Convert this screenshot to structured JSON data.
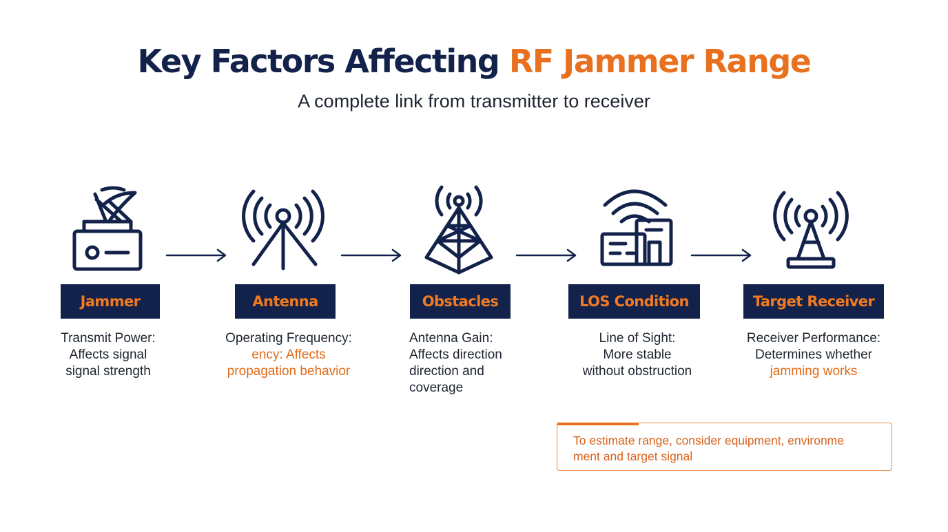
{
  "header": {
    "title_main": "Key Factors Affecting",
    "title_accent": "RF Jammer Range",
    "subtitle": "A complete link from transmitter to receiver"
  },
  "steps": [
    {
      "label": "Jammer",
      "icon": "jammer-device-icon",
      "lines": [
        "Transmit Power:",
        "Affects signal",
        "signal strength"
      ]
    },
    {
      "label": "Antenna",
      "icon": "antenna-tower-icon",
      "lines": [
        "Operating Frequency:",
        "ency: Affects",
        "propagation behavior"
      ]
    },
    {
      "label": "Obstacles",
      "icon": "lattice-tower-icon",
      "lines": [
        "Antenna Gain:",
        "Affects direction",
        "direction and",
        "coverage"
      ]
    },
    {
      "label": "LOS Condition",
      "icon": "building-wifi-icon",
      "lines": [
        "Line of Sight:",
        "More stable",
        "without obstruction"
      ]
    },
    {
      "label": "Target Receiver",
      "icon": "receiver-tower-icon",
      "lines": [
        "Receiver Performance:",
        "Determines whether",
        "jamming works"
      ]
    }
  ],
  "note": {
    "lines": [
      "To estimate range, consider equipment, environme",
      "ment and target signal"
    ]
  },
  "colors": {
    "navy": "#13224a",
    "orange": "#e8701e",
    "text": "#1d2430"
  }
}
